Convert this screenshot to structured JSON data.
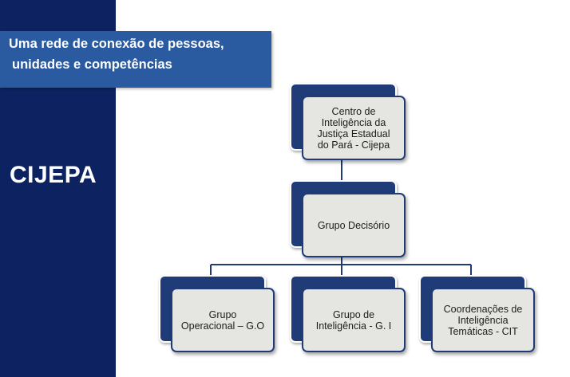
{
  "slide": {
    "heading_lines": [
      "Uma rede de conexão de pessoas,",
      "unidades e competências"
    ],
    "brand": "CIJEPA"
  },
  "org_chart": {
    "top": "Centro de\nInteligência da\nJustiça Estadual\ndo Pará - Cijepa",
    "middle": "Grupo Decisório",
    "children": [
      "Grupo\nOperacional – G.O",
      "Grupo de\nInteligência - G. I",
      "Coordenações de\nInteligência\nTemáticas - CIT"
    ]
  },
  "colors": {
    "sidebar": "#0d2361",
    "banner": "#2a5aa0",
    "box_back": "#1f3c78",
    "box_front": "#e5e6e2",
    "connector": "#1f3c78"
  }
}
